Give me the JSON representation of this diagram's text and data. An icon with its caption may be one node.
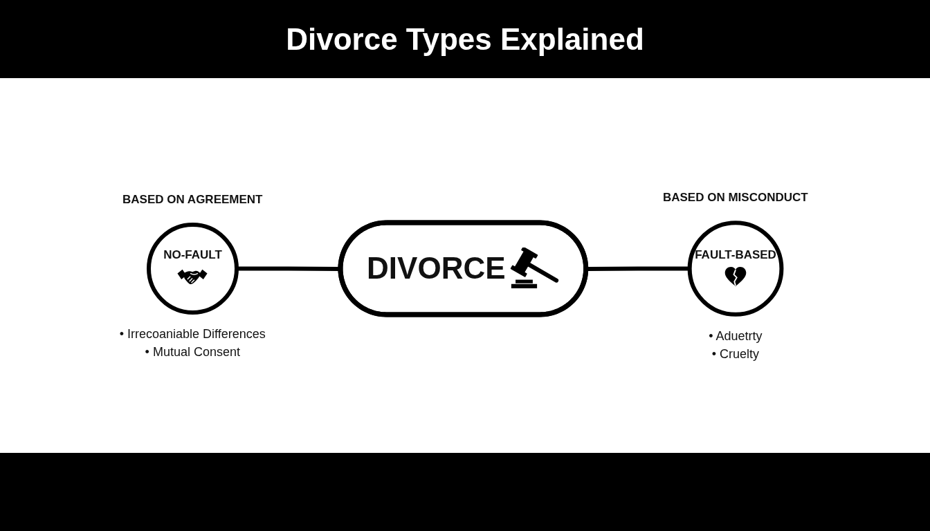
{
  "diagram": {
    "title": "Divorce Types Explained",
    "nodes": [
      {
        "text": [
          "NO-FAULT"
        ],
        "beside": [
          "BASED ON AGREEMENT",
          "• Irrecoaniable Differences",
          "• Mutual Consent"
        ]
      },
      {
        "text": [
          "DIVORCE"
        ]
      },
      {
        "text": [
          "FAULT-BASED"
        ],
        "beside": [
          "BASED ON MISCONDUCT",
          "• Aduetrty",
          "• Cruelty"
        ]
      }
    ],
    "edges": [
      {
        "from": 0,
        "to": 1,
        "arrow": "none"
      },
      {
        "from": 1,
        "to": 2,
        "arrow": "none"
      }
    ]
  }
}
